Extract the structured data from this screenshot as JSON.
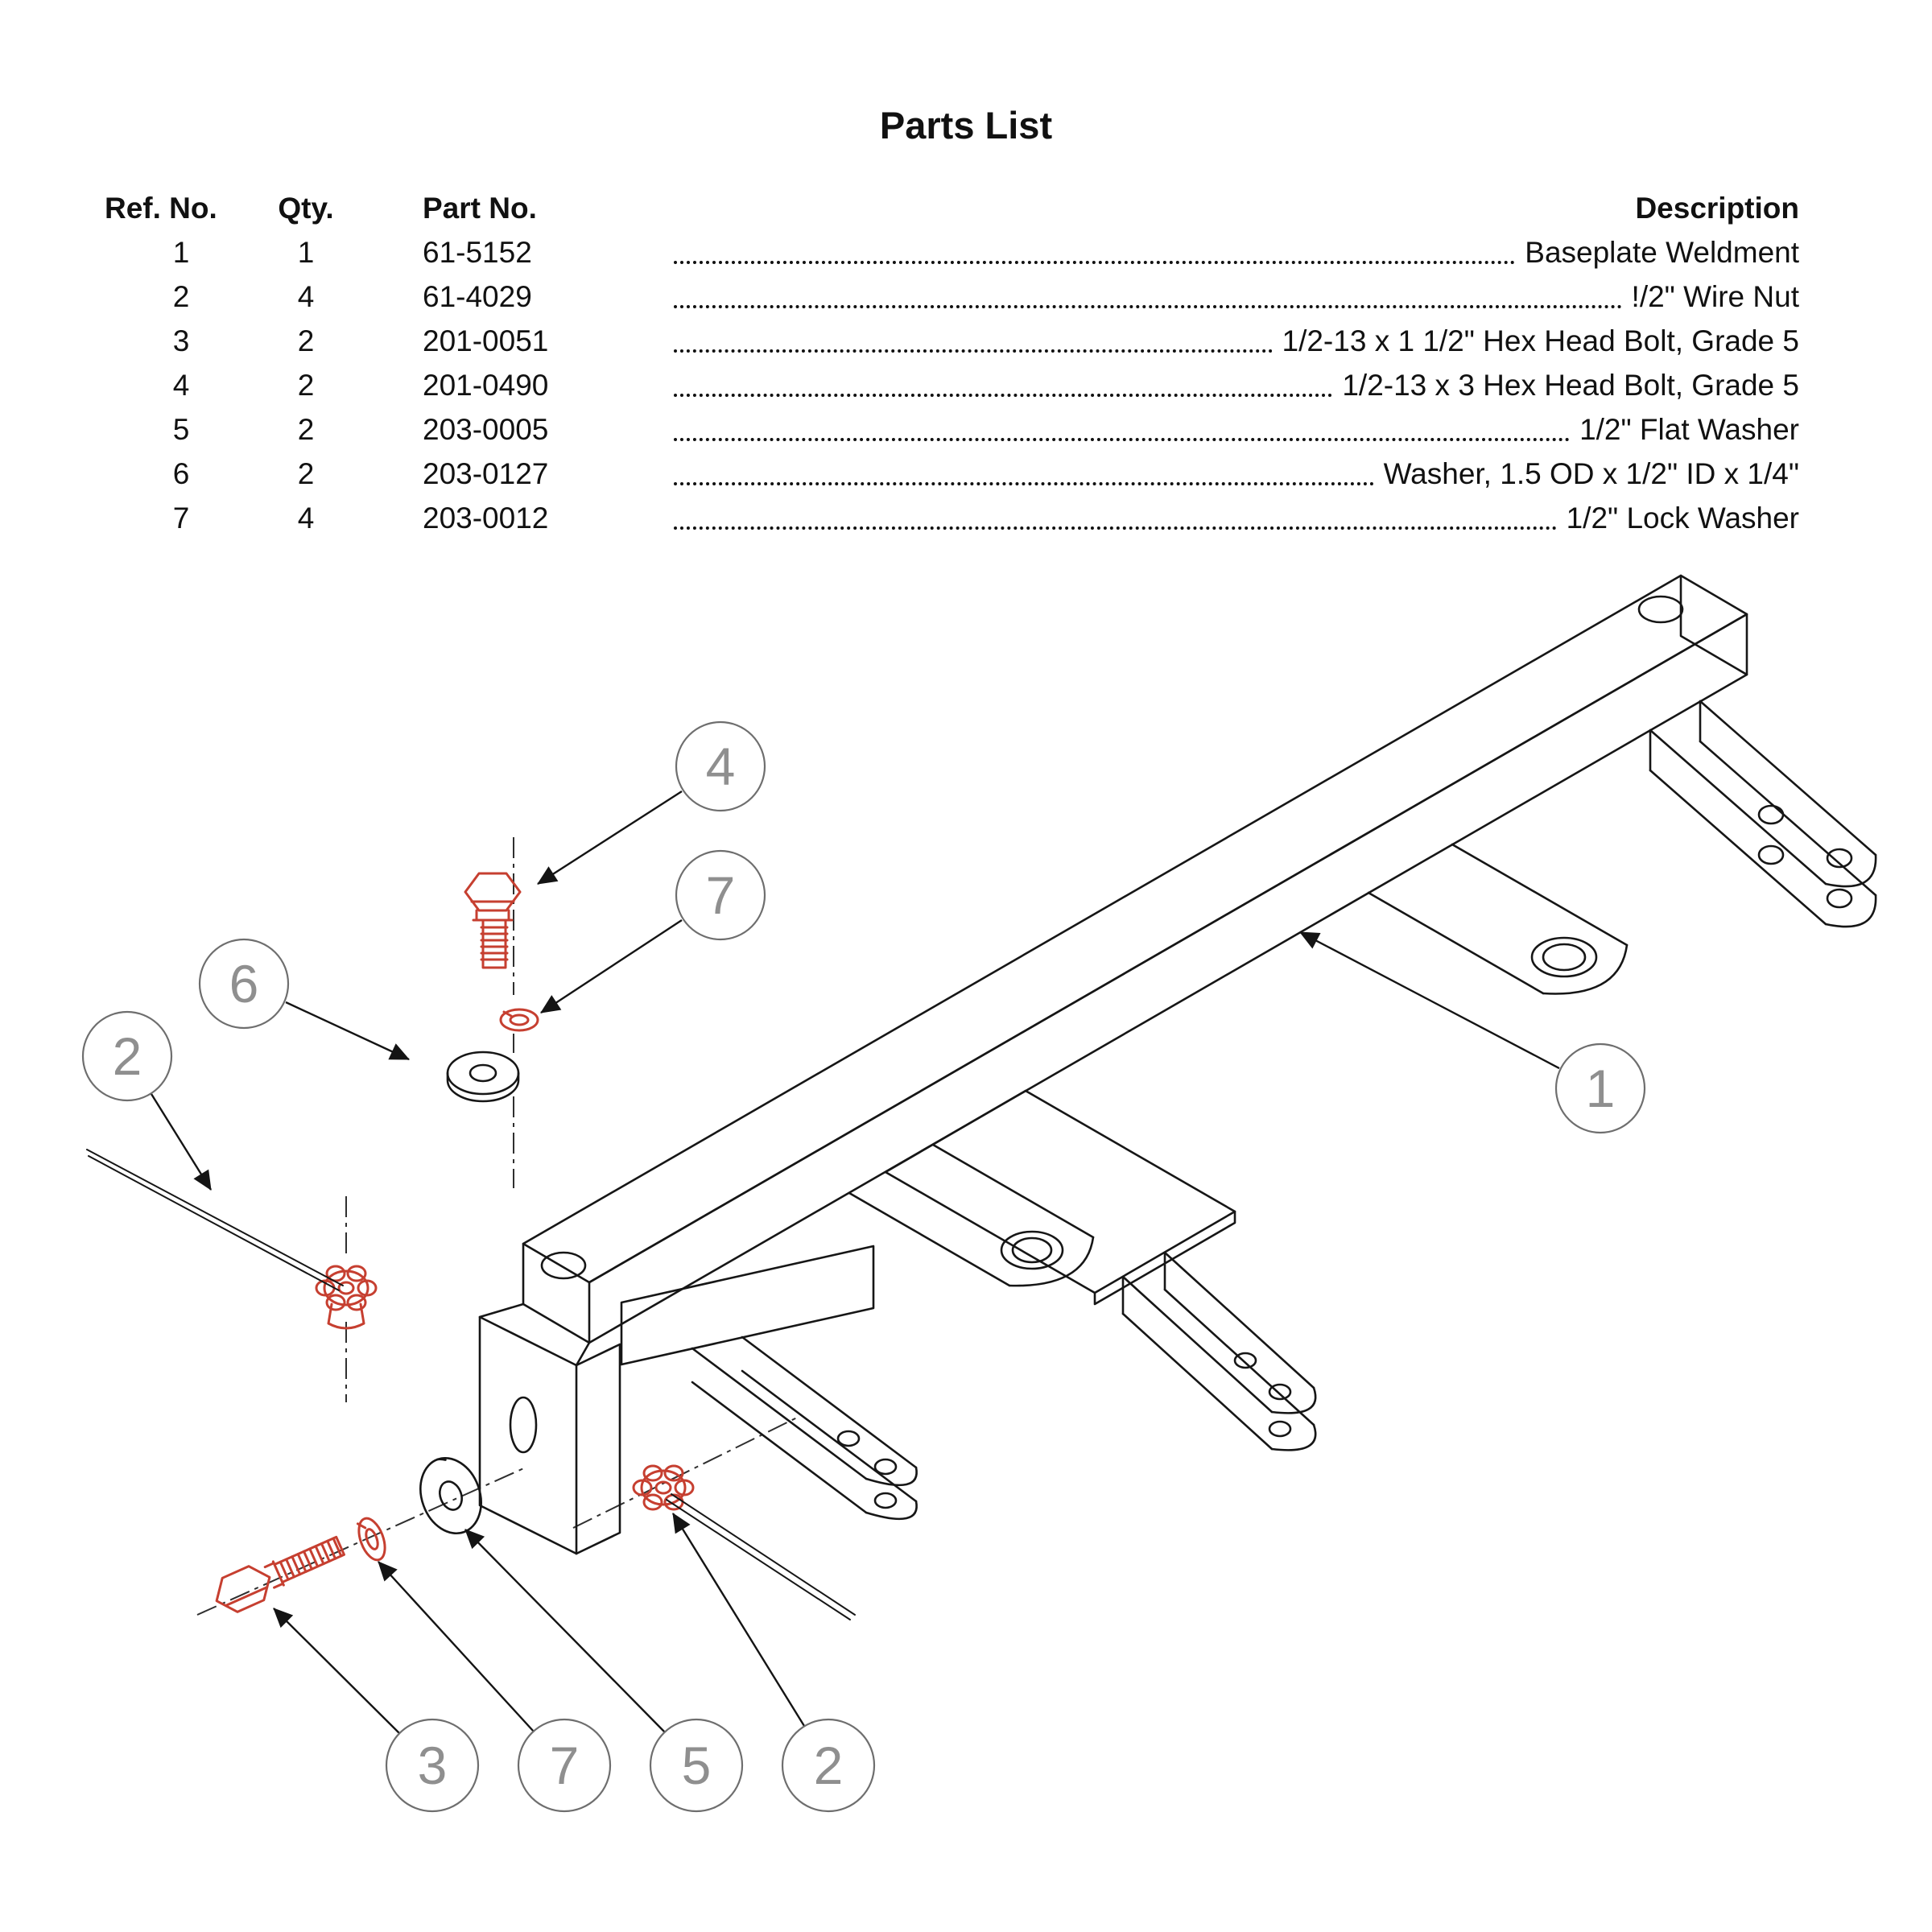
{
  "title": "Parts List",
  "colors": {
    "hardware_red": "#c63f30",
    "line_black": "#161616",
    "balloon_gray": "#8f8f8f"
  },
  "table": {
    "headers": {
      "ref": "Ref. No.",
      "qty": "Qty.",
      "part": "Part No.",
      "desc": "Description"
    },
    "rows": [
      {
        "ref": "1",
        "qty": "1",
        "part": "61-5152",
        "desc": "Baseplate Weldment"
      },
      {
        "ref": "2",
        "qty": "4",
        "part": "61-4029",
        "desc": "!/2\" Wire Nut"
      },
      {
        "ref": "3",
        "qty": "2",
        "part": "201-0051",
        "desc": "1/2-13 x 1 1/2\" Hex Head Bolt, Grade 5"
      },
      {
        "ref": "4",
        "qty": "2",
        "part": "201-0490",
        "desc": "1/2-13 x 3 Hex Head Bolt, Grade 5"
      },
      {
        "ref": "5",
        "qty": "2",
        "part": "203-0005",
        "desc": "1/2\" Flat Washer"
      },
      {
        "ref": "6",
        "qty": "2",
        "part": "203-0127",
        "desc": "Washer, 1.5 OD x 1/2\" ID x 1/4\""
      },
      {
        "ref": "7",
        "qty": "4",
        "part": "203-0012",
        "desc": "1/2\" Lock Washer"
      }
    ]
  },
  "diagram": {
    "balloons": [
      {
        "label": "4"
      },
      {
        "label": "7"
      },
      {
        "label": "6"
      },
      {
        "label": "2"
      },
      {
        "label": "1"
      },
      {
        "label": "3"
      },
      {
        "label": "7"
      },
      {
        "label": "5"
      },
      {
        "label": "2"
      }
    ]
  }
}
